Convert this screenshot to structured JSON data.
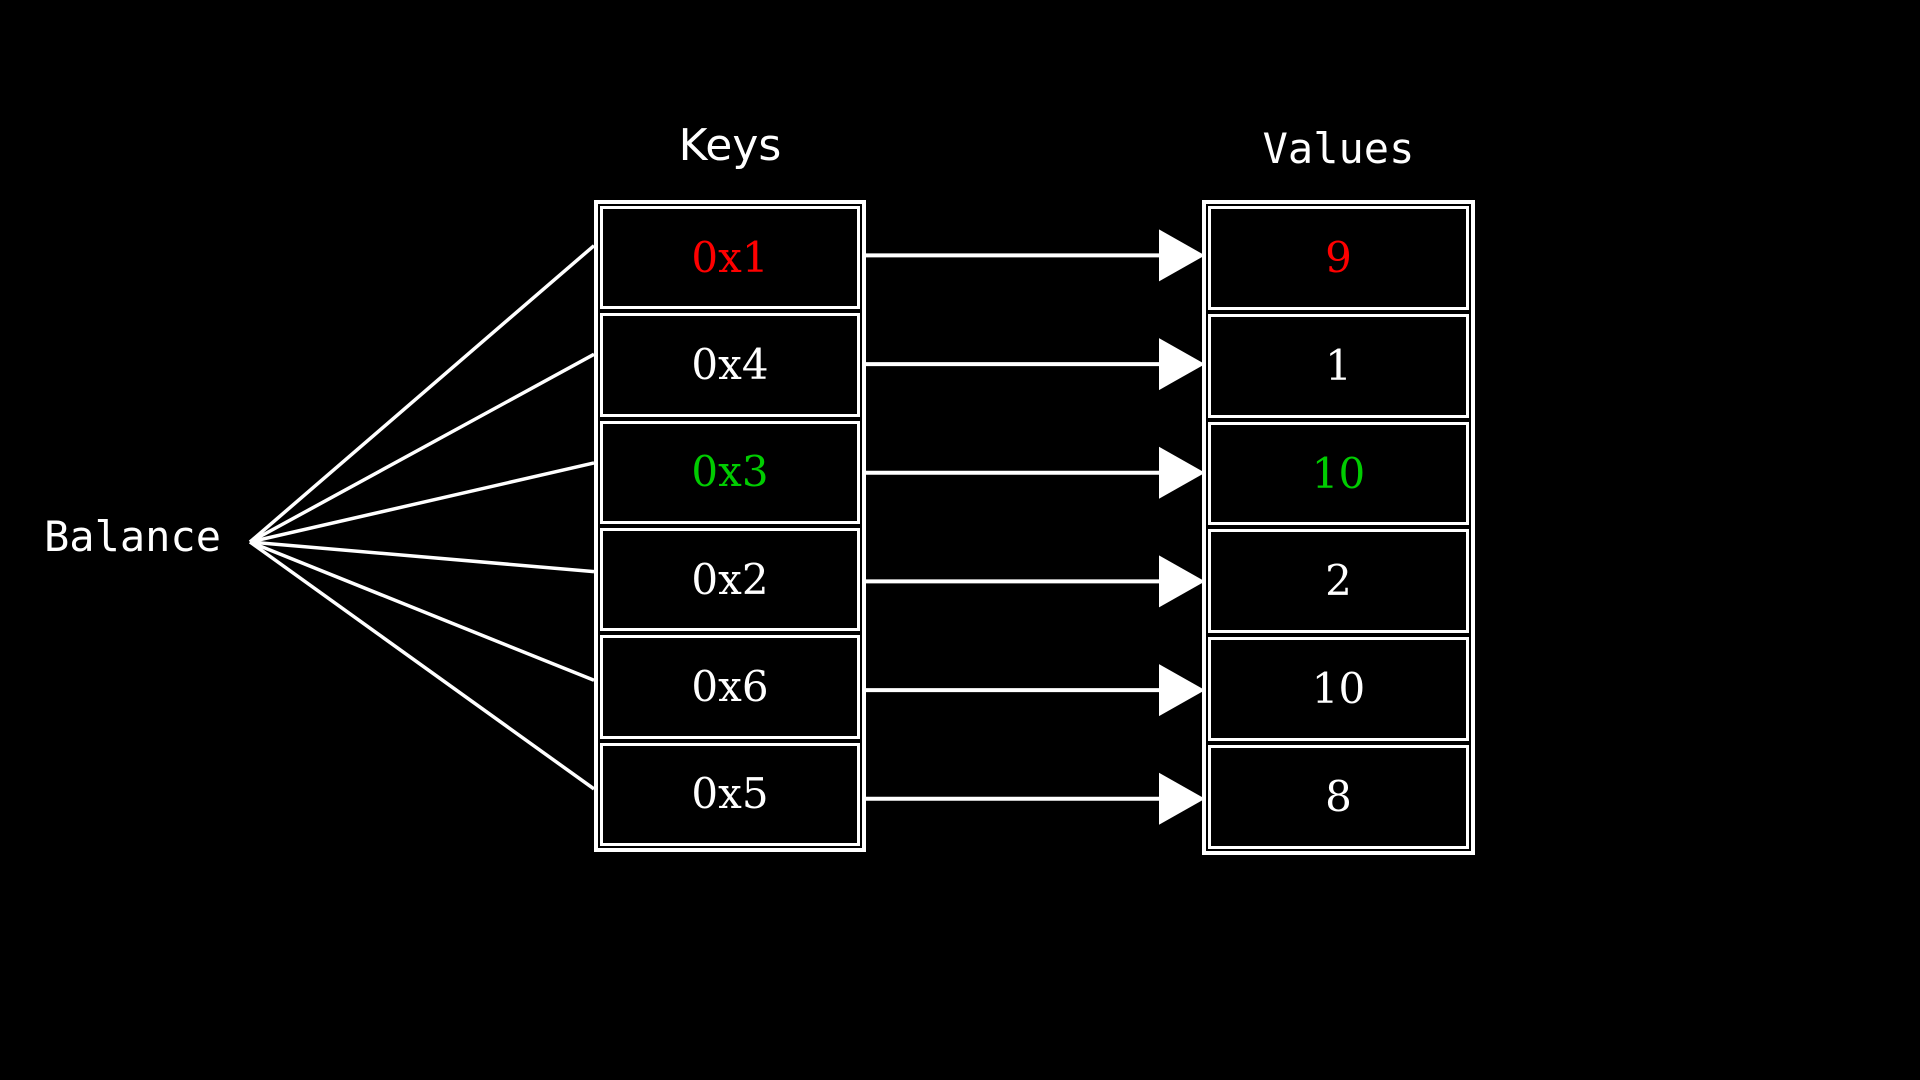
{
  "theme": {
    "background": "#000000",
    "stroke": "#ffffff",
    "text": "#ffffff",
    "highlight_red": "#ff0000",
    "highlight_green": "#00cc00"
  },
  "source": {
    "label": "Balance"
  },
  "keys": {
    "header": "Keys",
    "cells": [
      {
        "label": "0x1",
        "color": "#ff0000"
      },
      {
        "label": "0x4",
        "color": "#ffffff"
      },
      {
        "label": "0x3",
        "color": "#00cc00"
      },
      {
        "label": "0x2",
        "color": "#ffffff"
      },
      {
        "label": "0x6",
        "color": "#ffffff"
      },
      {
        "label": "0x5",
        "color": "#ffffff"
      }
    ]
  },
  "values": {
    "header": "Values",
    "cells": [
      {
        "label": "9",
        "color": "#ff0000"
      },
      {
        "label": "1",
        "color": "#ffffff"
      },
      {
        "label": "10",
        "color": "#00cc00"
      },
      {
        "label": "2",
        "color": "#ffffff"
      },
      {
        "label": "10",
        "color": "#ffffff"
      },
      {
        "label": "8",
        "color": "#ffffff"
      }
    ]
  },
  "mapping": [
    {
      "key": "0x1",
      "value": "9"
    },
    {
      "key": "0x4",
      "value": "1"
    },
    {
      "key": "0x3",
      "value": "10"
    },
    {
      "key": "0x2",
      "value": "2"
    },
    {
      "key": "0x6",
      "value": "10"
    },
    {
      "key": "0x5",
      "value": "8"
    }
  ]
}
